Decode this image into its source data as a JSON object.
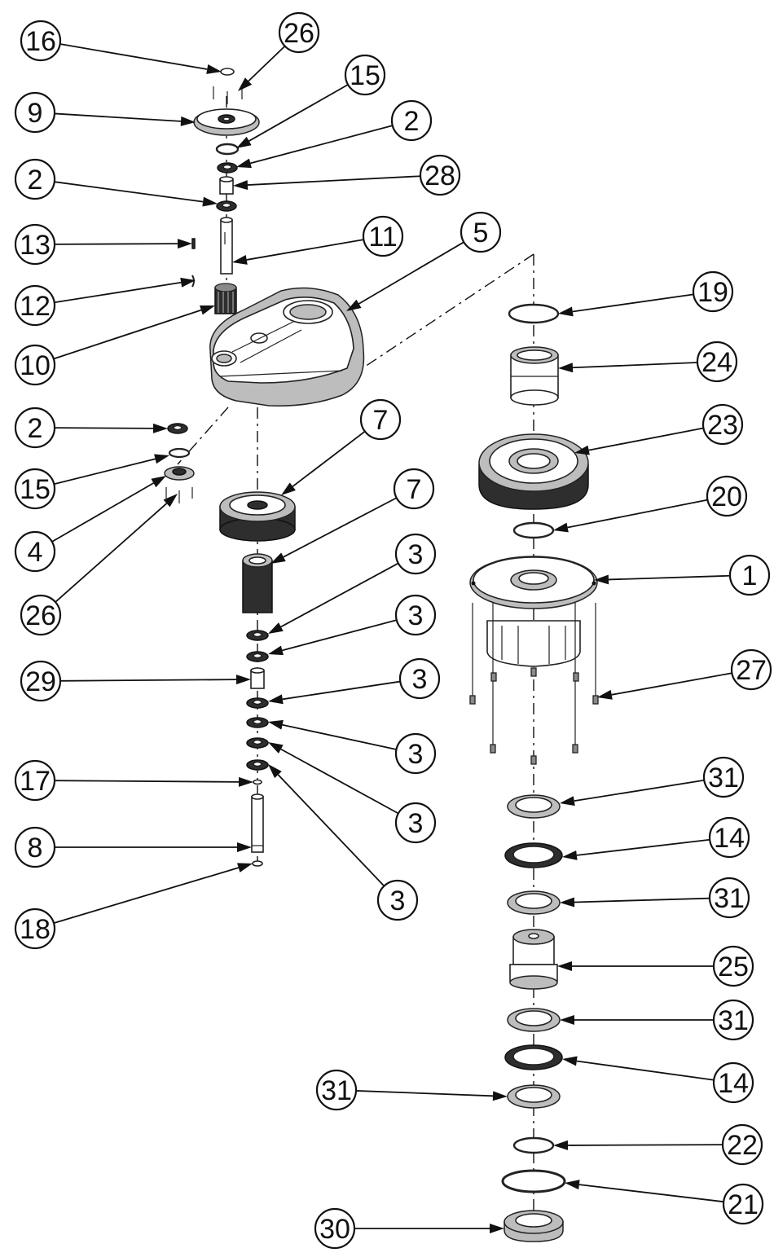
{
  "callouts": [
    {
      "id": "c16a",
      "label": "16"
    },
    {
      "id": "c26a",
      "label": "26"
    },
    {
      "id": "c15a",
      "label": "15"
    },
    {
      "id": "c9",
      "label": "9"
    },
    {
      "id": "c2a",
      "label": "2"
    },
    {
      "id": "c2b",
      "label": "2"
    },
    {
      "id": "c28",
      "label": "28"
    },
    {
      "id": "c13",
      "label": "13"
    },
    {
      "id": "c11",
      "label": "11"
    },
    {
      "id": "c5",
      "label": "5"
    },
    {
      "id": "c12",
      "label": "12"
    },
    {
      "id": "c19",
      "label": "19"
    },
    {
      "id": "c10",
      "label": "10"
    },
    {
      "id": "c24",
      "label": "24"
    },
    {
      "id": "c23",
      "label": "23"
    },
    {
      "id": "c2c",
      "label": "2"
    },
    {
      "id": "c7a",
      "label": "7"
    },
    {
      "id": "c15b",
      "label": "15"
    },
    {
      "id": "c7b",
      "label": "7"
    },
    {
      "id": "c20",
      "label": "20"
    },
    {
      "id": "c4",
      "label": "4"
    },
    {
      "id": "c3a",
      "label": "3"
    },
    {
      "id": "c1",
      "label": "1"
    },
    {
      "id": "c26b",
      "label": "26"
    },
    {
      "id": "c3b",
      "label": "3"
    },
    {
      "id": "c29",
      "label": "29"
    },
    {
      "id": "c3c",
      "label": "3"
    },
    {
      "id": "c27",
      "label": "27"
    },
    {
      "id": "c3d",
      "label": "3"
    },
    {
      "id": "c17",
      "label": "17"
    },
    {
      "id": "c31a",
      "label": "31"
    },
    {
      "id": "c3e",
      "label": "3"
    },
    {
      "id": "c8",
      "label": "8"
    },
    {
      "id": "c14a",
      "label": "14"
    },
    {
      "id": "c3f",
      "label": "3"
    },
    {
      "id": "c31b",
      "label": "31"
    },
    {
      "id": "c18",
      "label": "18"
    },
    {
      "id": "c25",
      "label": "25"
    },
    {
      "id": "c31c",
      "label": "31"
    },
    {
      "id": "c14b",
      "label": "14"
    },
    {
      "id": "c31d",
      "label": "31"
    },
    {
      "id": "c22",
      "label": "22"
    },
    {
      "id": "c21",
      "label": "21"
    },
    {
      "id": "c30",
      "label": "30"
    }
  ]
}
